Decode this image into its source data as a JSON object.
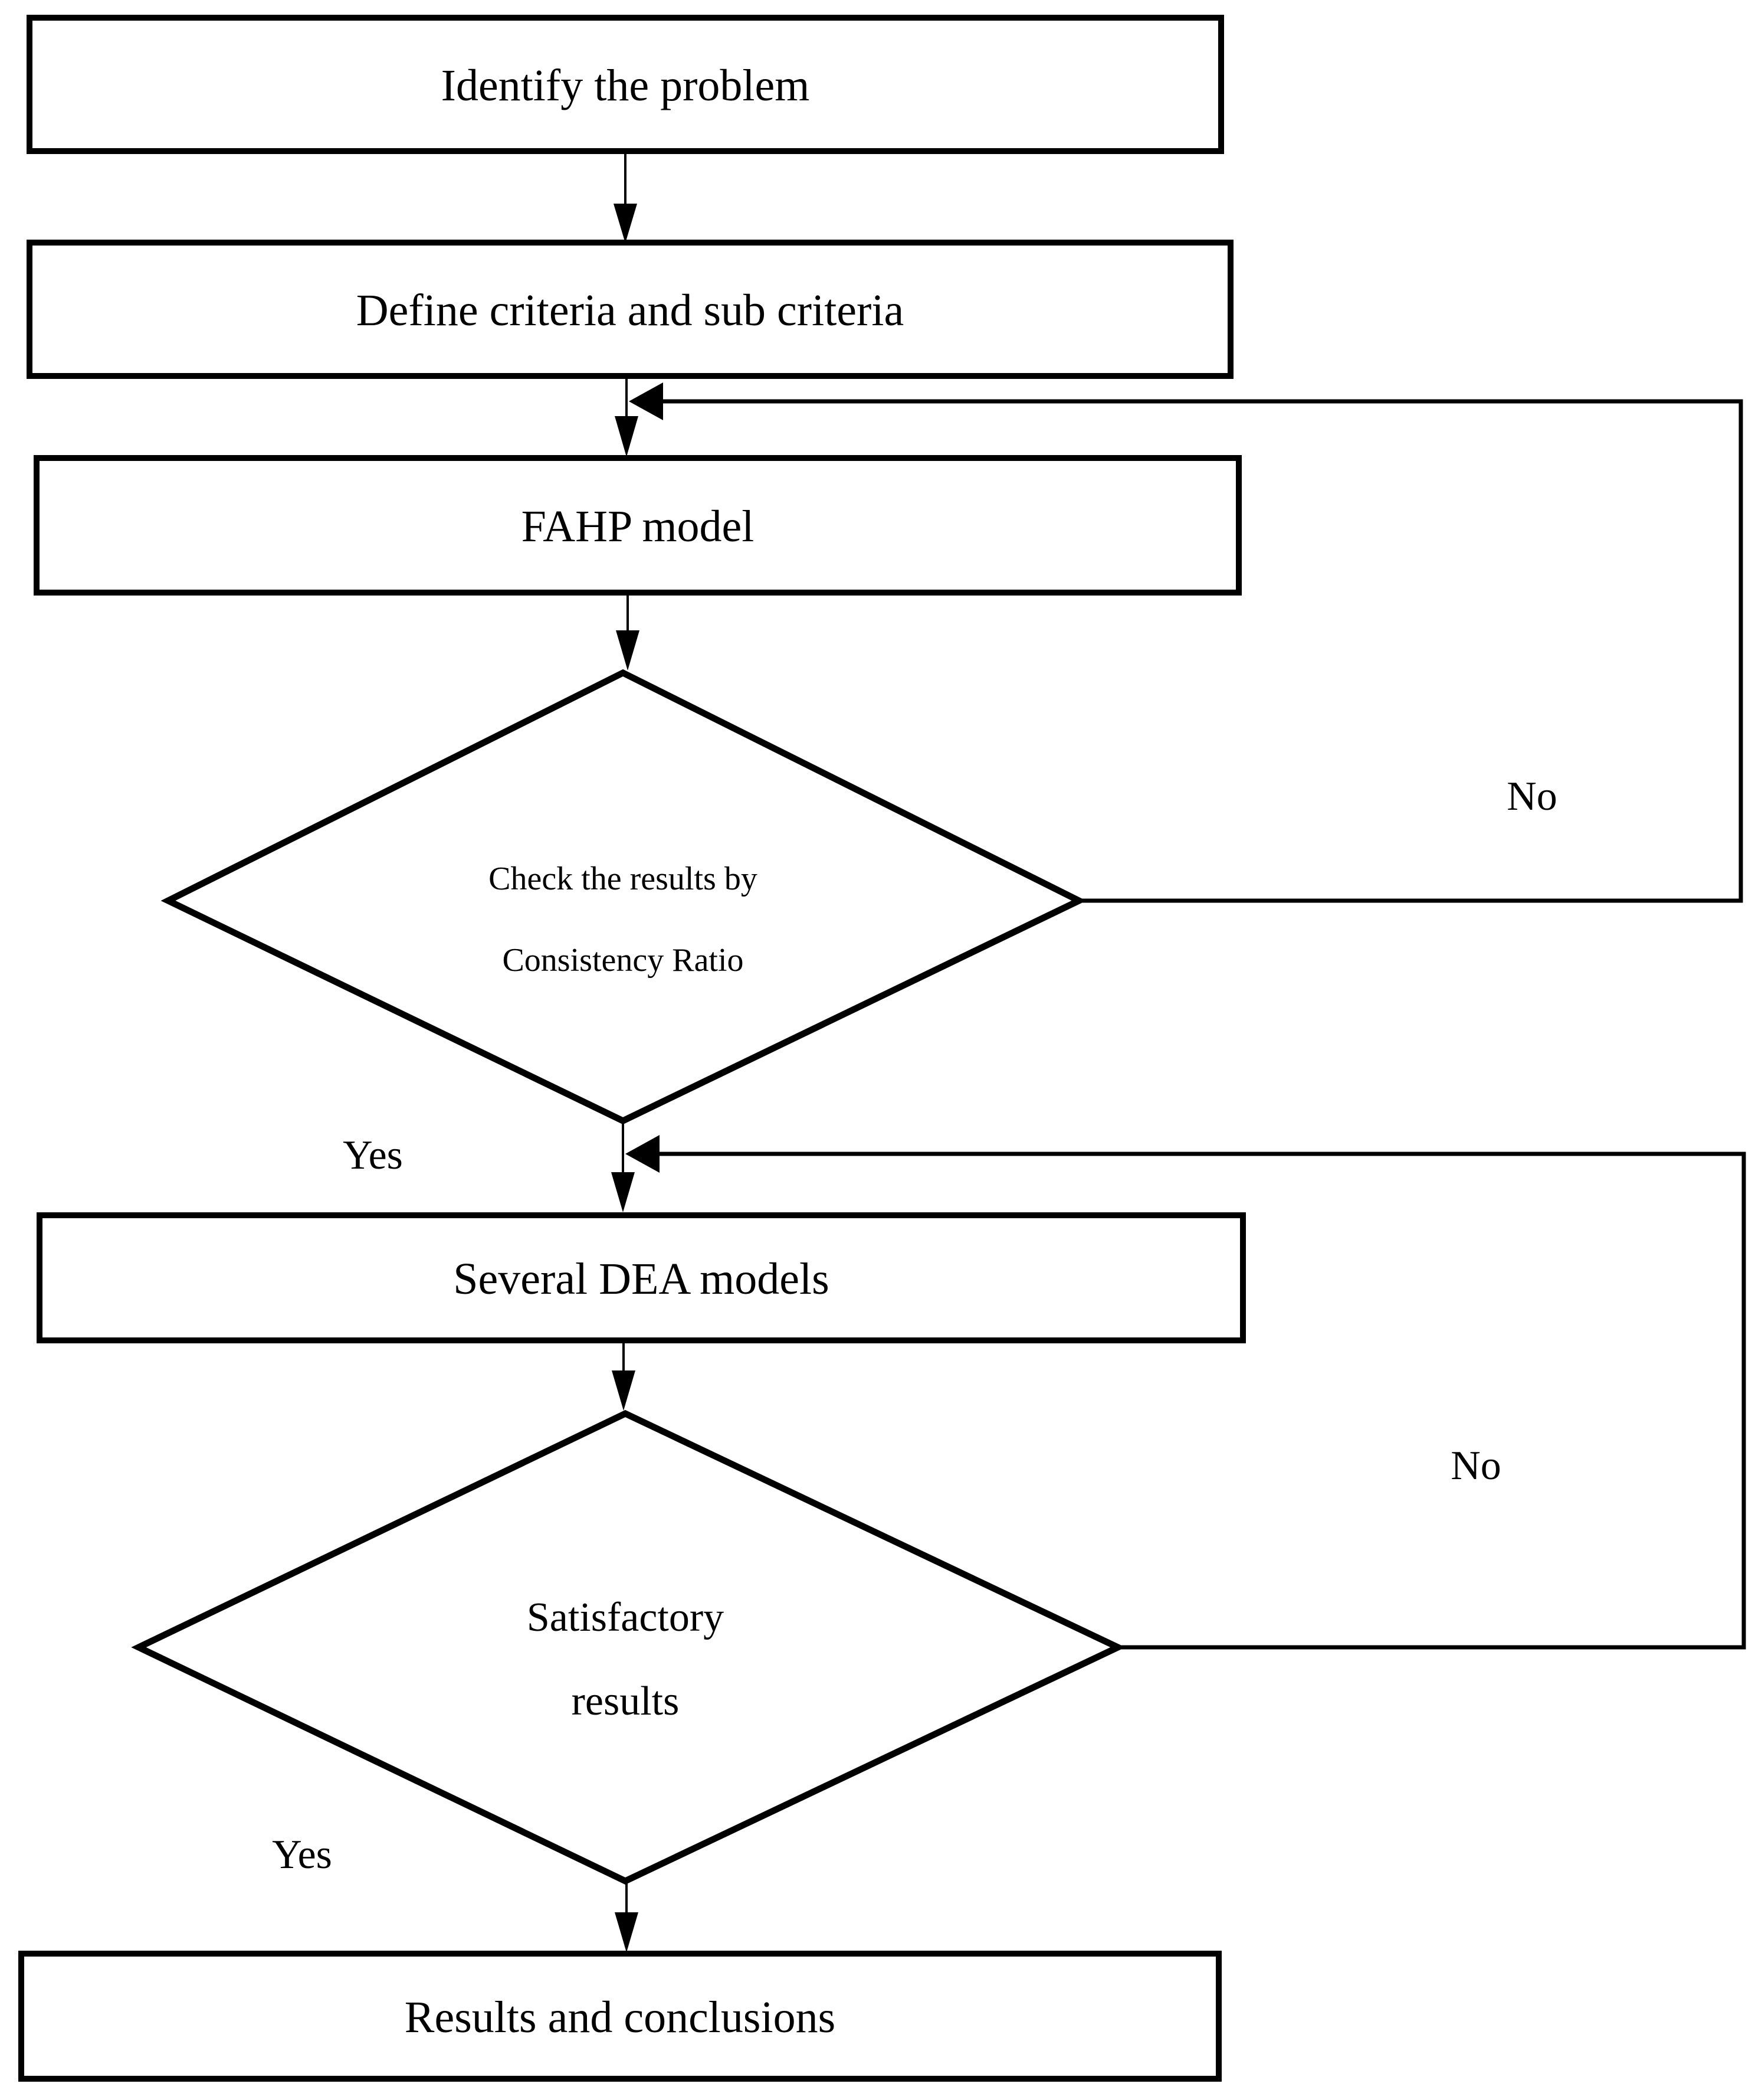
{
  "colors": {
    "background": "#ffffff",
    "stroke": "#000000"
  },
  "nodes": {
    "identify": {
      "type": "process",
      "label": "Identify the problem"
    },
    "define": {
      "type": "process",
      "label": "Define criteria and sub criteria"
    },
    "fahp": {
      "type": "process",
      "label": "FAHP model"
    },
    "check": {
      "type": "decision",
      "line1": "Check the results by",
      "line2": "Consistency Ratio"
    },
    "dea": {
      "type": "process",
      "label": "Several DEA models"
    },
    "satisfactory": {
      "type": "decision",
      "line1": "Satisfactory",
      "line2": "results"
    },
    "results": {
      "type": "process",
      "label": "Results and conclusions"
    }
  },
  "labels": {
    "no1": "No",
    "yes1": "Yes",
    "no2": "No",
    "yes2": "Yes"
  },
  "edges": [
    {
      "from": "identify",
      "to": "define",
      "label": ""
    },
    {
      "from": "define",
      "to": "fahp",
      "label": ""
    },
    {
      "from": "fahp",
      "to": "check",
      "label": ""
    },
    {
      "from": "check",
      "to": "fahp",
      "label": "No",
      "style": "feedback-loop-right"
    },
    {
      "from": "check",
      "to": "dea",
      "label": "Yes"
    },
    {
      "from": "dea",
      "to": "satisfactory",
      "label": ""
    },
    {
      "from": "satisfactory",
      "to": "dea",
      "label": "No",
      "style": "feedback-loop-right"
    },
    {
      "from": "satisfactory",
      "to": "results",
      "label": "Yes"
    }
  ]
}
